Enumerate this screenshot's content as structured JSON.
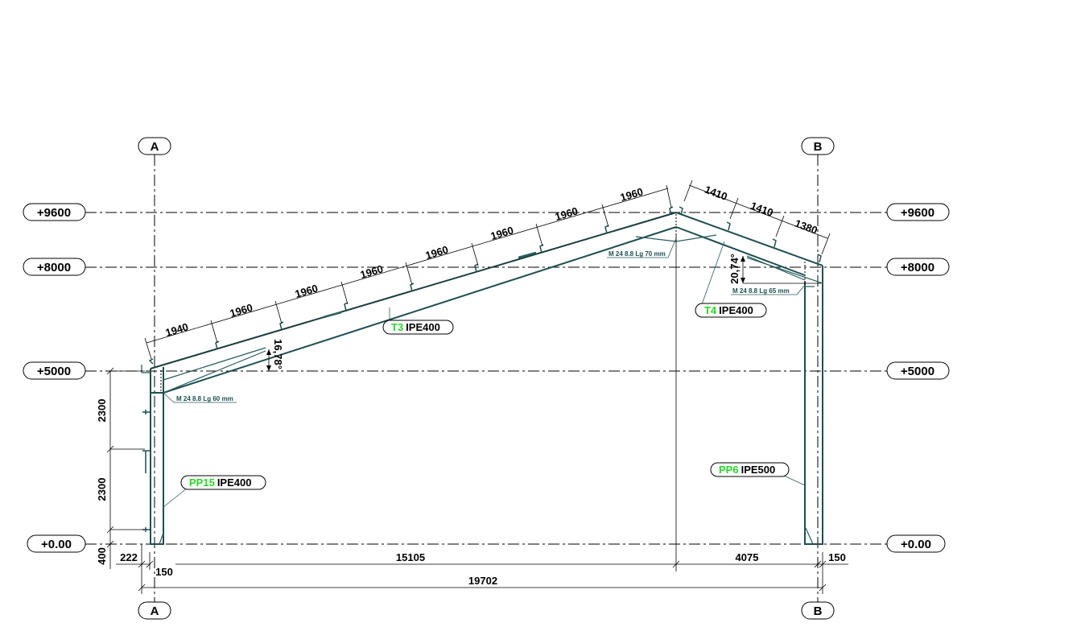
{
  "drawing": {
    "type": "steel portal frame elevation",
    "colors": {
      "background": "#ffffff",
      "steel": "#1f4f4f",
      "dimension": "#000000",
      "mark_text": "#2bd52b"
    }
  },
  "gridlines": {
    "top": [
      {
        "label": "A"
      },
      {
        "label": "B"
      }
    ],
    "bottom": [
      {
        "label": "A"
      },
      {
        "label": "B"
      }
    ]
  },
  "levels": {
    "left": [
      {
        "label": "+9600"
      },
      {
        "label": "+8000"
      },
      {
        "label": "+5000"
      },
      {
        "label": "+0.00"
      }
    ],
    "right": [
      {
        "label": "+9600"
      },
      {
        "label": "+8000"
      },
      {
        "label": "+5000"
      },
      {
        "label": "+0.00"
      }
    ]
  },
  "rafter_left_dims": [
    "1940",
    "1960",
    "1960",
    "1960",
    "1960",
    "1960",
    "1960",
    "1960"
  ],
  "rafter_right_dims": [
    "1410",
    "1410",
    "1380"
  ],
  "angles": {
    "left": "16,78°",
    "right": "20,74°"
  },
  "bolts": {
    "eave_left": "M 24 8.8 Lg 60 mm",
    "ridge": "M 24 8.8 Lg 70 mm",
    "eave_right": "M 24 8.8 Lg 65 mm"
  },
  "members": [
    {
      "mark": "T3",
      "profile": "IPE400"
    },
    {
      "mark": "T4",
      "profile": "IPE400"
    },
    {
      "mark": "PP15",
      "profile": "IPE400"
    },
    {
      "mark": "PP6",
      "profile": "IPE500"
    }
  ],
  "vertical_dims": [
    "2300",
    "2300",
    "400"
  ],
  "horizontal_dims": {
    "left_offset": "222",
    "left_col": "150",
    "span_left": "15105",
    "span_right": "4075",
    "right_col": "150",
    "total": "19702"
  }
}
